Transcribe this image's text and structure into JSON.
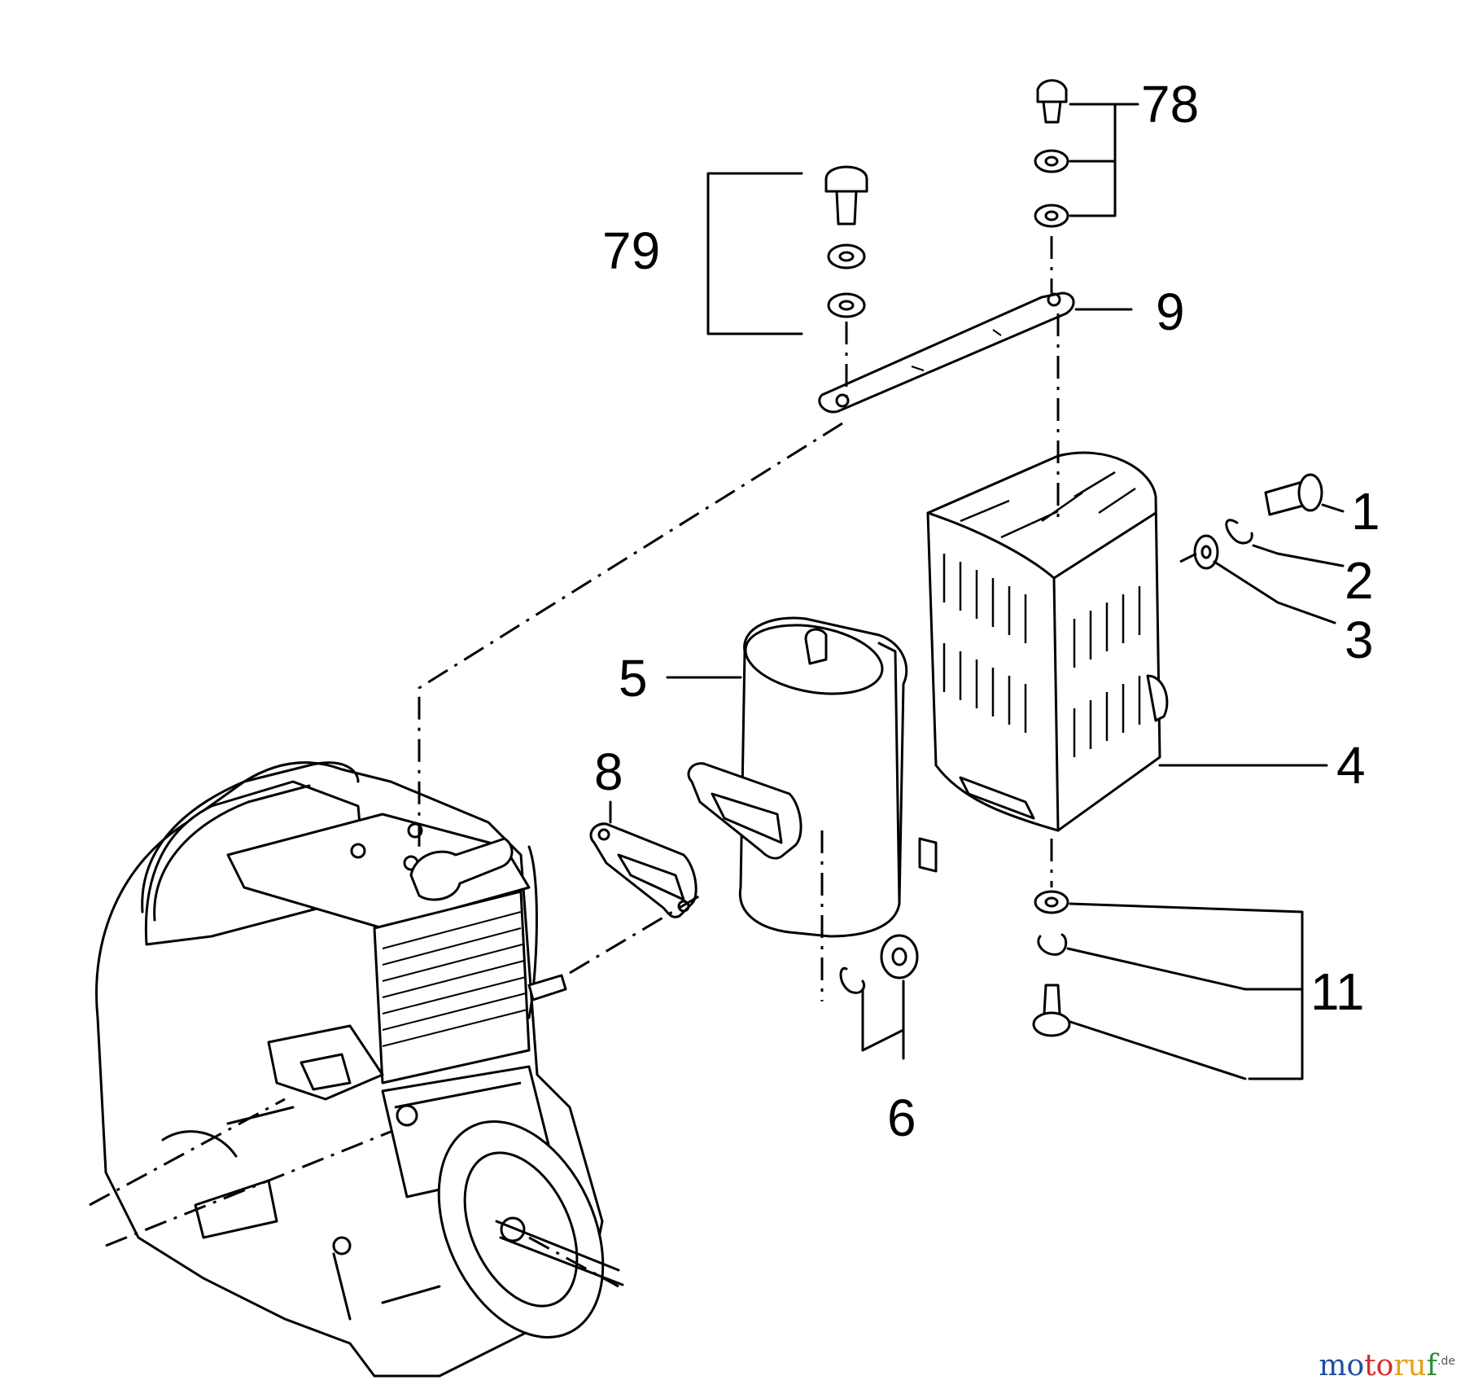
{
  "callouts": {
    "p1": "1",
    "p2": "2",
    "p3": "3",
    "p4": "4",
    "p5": "5",
    "p6": "6",
    "p8": "8",
    "p9": "9",
    "p11": "11",
    "p78": "78",
    "p79": "79"
  },
  "watermark": {
    "seg1": "mo",
    "seg2": "to",
    "seg3": "ru",
    "seg4": "f",
    "suffix": ".de"
  },
  "colors": {
    "line": "#000000",
    "background": "#ffffff",
    "logo_blue": "#1f4fa0",
    "logo_red": "#d32a2a",
    "logo_yellow": "#e3a21a",
    "logo_green": "#2e8b3a"
  }
}
